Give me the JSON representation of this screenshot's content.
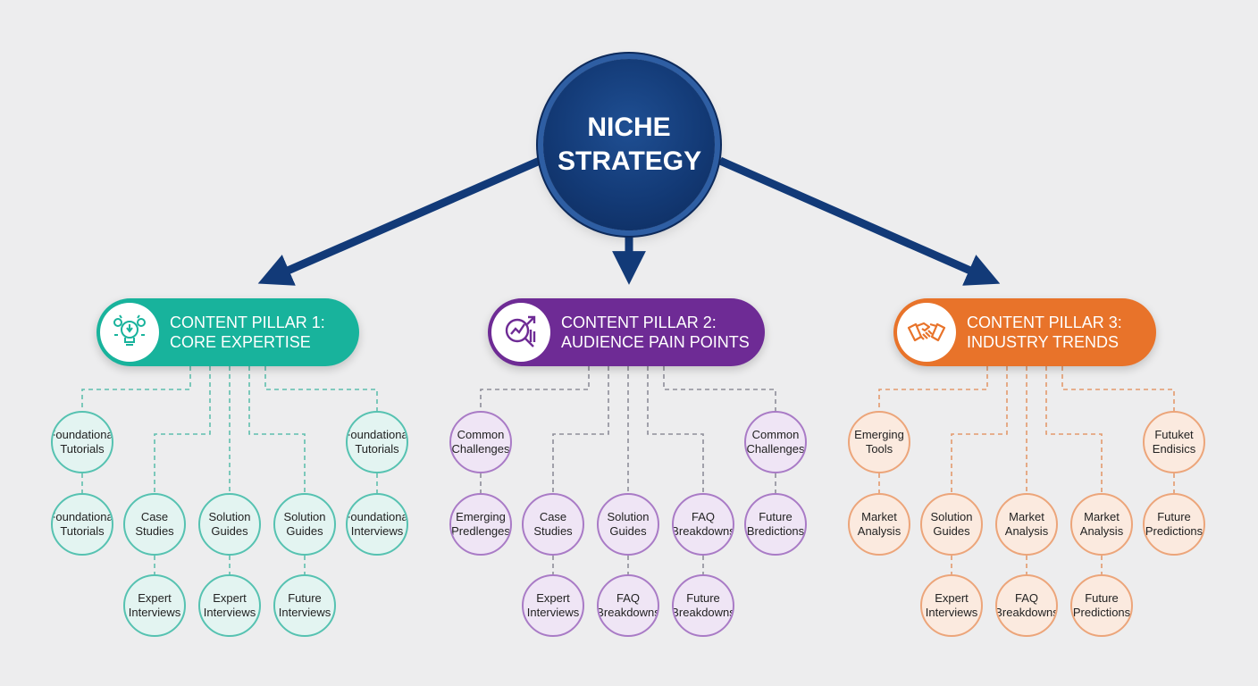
{
  "hub": {
    "title": "NICHE STRATEGY"
  },
  "colors": {
    "navy": "#123a78",
    "teal": "#18b39c",
    "purple": "#6e2b95",
    "orange": "#e8732a"
  },
  "pillars": [
    {
      "line1": "CONTENT PILLAR 1:",
      "line2": "CORE EXPERTISE",
      "icon": "lightbulb-gear-icon",
      "nodes": [
        "Foundational Tutorials",
        "Foundational Tutorials",
        "Foundational Tutorials",
        "Case Studies",
        "Solution Guides",
        "Solution Guides",
        "Foundational Interviews",
        "Expert Interviews",
        "Expert Interviews",
        "Future Interviews"
      ]
    },
    {
      "line1": "CONTENT PILLAR 2:",
      "line2": "AUDIENCE PAIN POINTS",
      "icon": "magnifier-chart-icon",
      "nodes": [
        "Common Challenges",
        "Emerging Predlenges",
        "Common Challenges",
        "Case Studies",
        "Solution Guides",
        "FAQ Breakdowns",
        "Future Bredictions",
        "Expert Interviews",
        "FAQ Breakdowns",
        "Future Breakdowns"
      ]
    },
    {
      "line1": "CONTENT PILLAR 3:",
      "line2": "INDUSTRY TRENDS",
      "icon": "handshake-icon",
      "nodes": [
        "Emerging Tools",
        "Market Analysis",
        "Futuket Endisics",
        "Solution Guides",
        "Market Analysis",
        "Market Analysis",
        "Future Predictions",
        "Expert Interviews",
        "FAQ Breakdowns",
        "Future Predictions"
      ]
    }
  ]
}
